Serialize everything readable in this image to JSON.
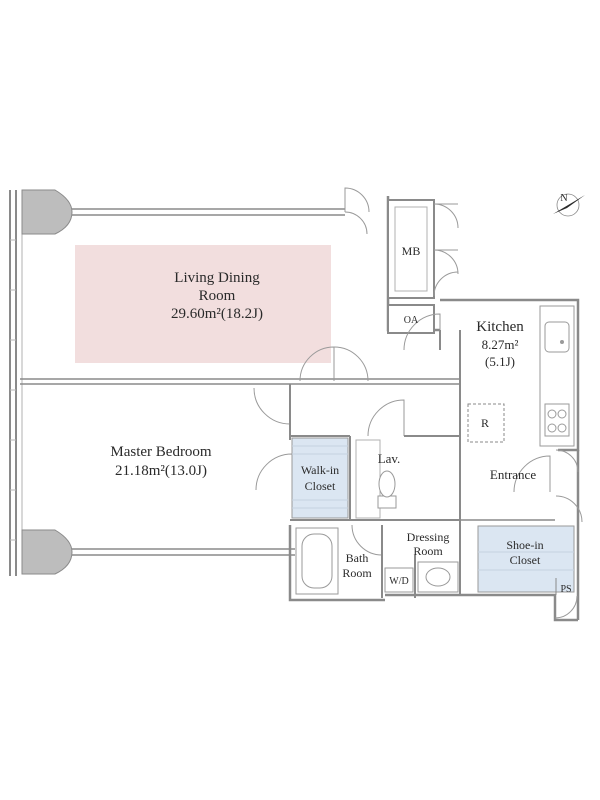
{
  "rooms": {
    "living": {
      "name_line1": "Living Dining",
      "name_line2": "Room",
      "area": "29.60m²(18.2J)"
    },
    "master_bedroom": {
      "name": "Master Bedroom",
      "area": "21.18m²(13.0J)"
    },
    "kitchen": {
      "name": "Kitchen",
      "area": "8.27m²",
      "tatami": "(5.1J)"
    },
    "walk_in_closet": {
      "line1": "Walk-in",
      "line2": "Closet"
    },
    "lavatory": {
      "name": "Lav."
    },
    "bath": {
      "line1": "Bath",
      "line2": "Room"
    },
    "dressing": {
      "line1": "Dressing",
      "line2": "Room"
    },
    "shoe_closet": {
      "line1": "Shoe-in",
      "line2": "Closet"
    },
    "entrance": {
      "name": "Entrance"
    },
    "washer_dryer": {
      "name": "W/D"
    },
    "refrigerator": {
      "name": "R"
    },
    "meter_box": {
      "name": "MB"
    },
    "oa": {
      "name": "OA"
    },
    "pipe_space": {
      "name": "PS"
    }
  },
  "compass": {
    "label": "N"
  },
  "colors": {
    "living_highlight": "#f2dede",
    "closet_fill": "#dbe6f2",
    "wall": "#8a8a8a",
    "column": "#bdbdbd"
  }
}
